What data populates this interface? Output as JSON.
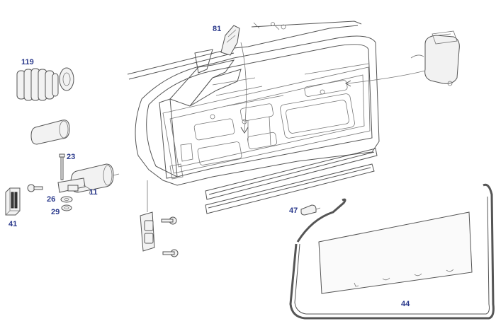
{
  "diagram": {
    "labels": {
      "p81": "81",
      "p119": "119",
      "p23": "23",
      "p11": "11",
      "p26": "26",
      "p29": "29",
      "p41": "41",
      "p47": "47",
      "p44": "44"
    },
    "colors": {
      "label": "#2b3a8c",
      "line": "#555555",
      "background": "#ffffff"
    }
  }
}
